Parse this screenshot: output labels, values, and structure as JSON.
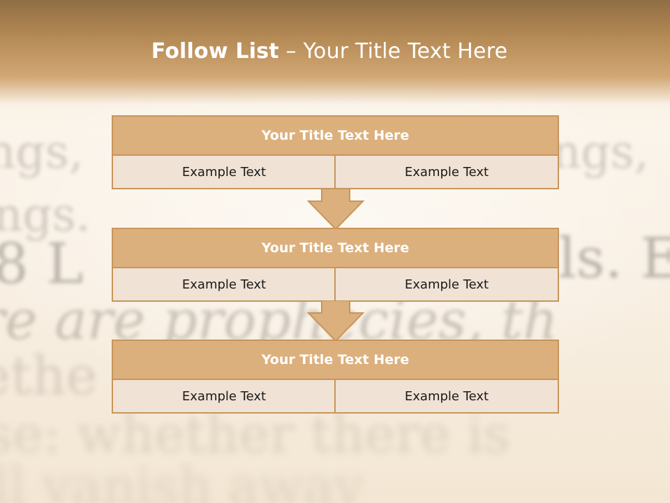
{
  "background_text": {
    "line1_left": "ngs,",
    "line1_right": "ngs,",
    "line2": "ngs.",
    "line3_left": "8  L",
    "line3_right": "ls. E",
    "line4": "re are prophecies, th",
    "line5": "ethe                                    ngu",
    "line6": "se: whether there is",
    "line7": "ll vanish away"
  },
  "title": {
    "strong": "Follow List",
    "rest": " – Your Title Text Here"
  },
  "stages": [
    {
      "heading": "Your Title Text Here",
      "left": "Example Text",
      "right": "Example Text"
    },
    {
      "heading": "Your Title Text Here",
      "left": "Example Text",
      "right": "Example Text"
    },
    {
      "heading": "Your Title Text Here",
      "left": "Example Text",
      "right": "Example Text"
    }
  ],
  "colors": {
    "header_fill": "#dcb07d",
    "cell_fill": "#f0e2d5",
    "border": "#c8955a",
    "title_band": "#b88d58"
  }
}
